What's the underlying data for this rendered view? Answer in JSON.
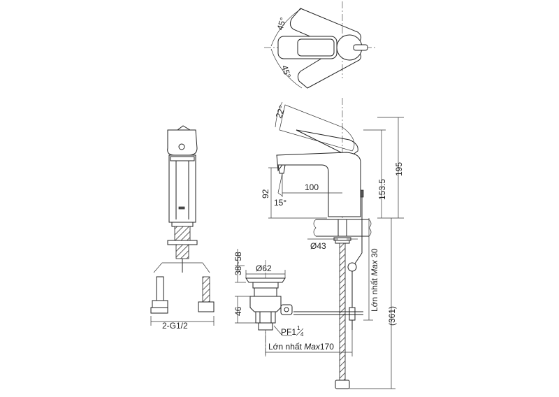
{
  "labels": {
    "angle_top": "45°",
    "angle_bottom": "45°",
    "angle_handle": "22°",
    "dim_195": "195",
    "dim_153_5": "153.5",
    "dim_100": "100",
    "dim_92": "92",
    "angle_spout": "15°",
    "dim_d43": "Ø43",
    "dim_d62": "Ø62",
    "dim_38_58": "38~58",
    "dim_46": "46",
    "max30_prefix": "Lớn nhất ",
    "max30_italic": "Max",
    "max30_value": " 30",
    "dim_361": "(361)",
    "pf_label": "PF1",
    "pf_num": "1",
    "pf_den": "4",
    "max170_prefix": "Lớn nhất ",
    "max170_italic": "Max",
    "max170_value": "170",
    "hose_label": "2-G1/2"
  }
}
